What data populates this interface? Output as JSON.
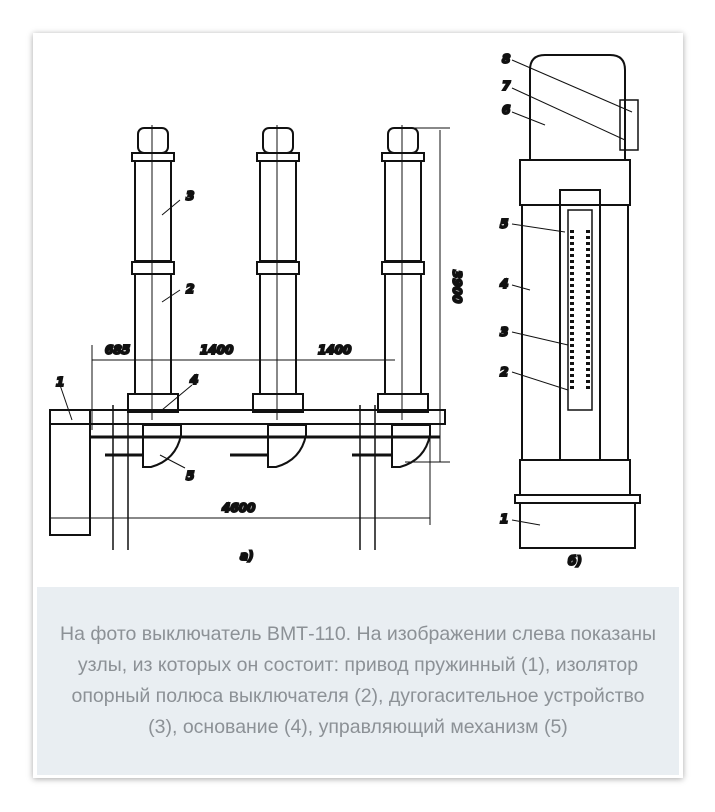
{
  "figure": {
    "left_view": {
      "label": "а)",
      "dimensions": [
        "685",
        "1400",
        "1400",
        "4600",
        "3900"
      ],
      "callouts": [
        "1",
        "2",
        "3",
        "4",
        "5"
      ]
    },
    "right_view": {
      "label": "б)",
      "callouts": [
        "1",
        "2",
        "3",
        "4",
        "5",
        "6",
        "7",
        "8"
      ]
    }
  },
  "caption": "На фото выключатель ВМТ-110. На изображении слева показаны узлы, из которых он состоит: привод пружинный (1), изолятор опорный полюса выключателя (2), дугогасительное устройство (3), основание (4), управляющий механизм (5)"
}
